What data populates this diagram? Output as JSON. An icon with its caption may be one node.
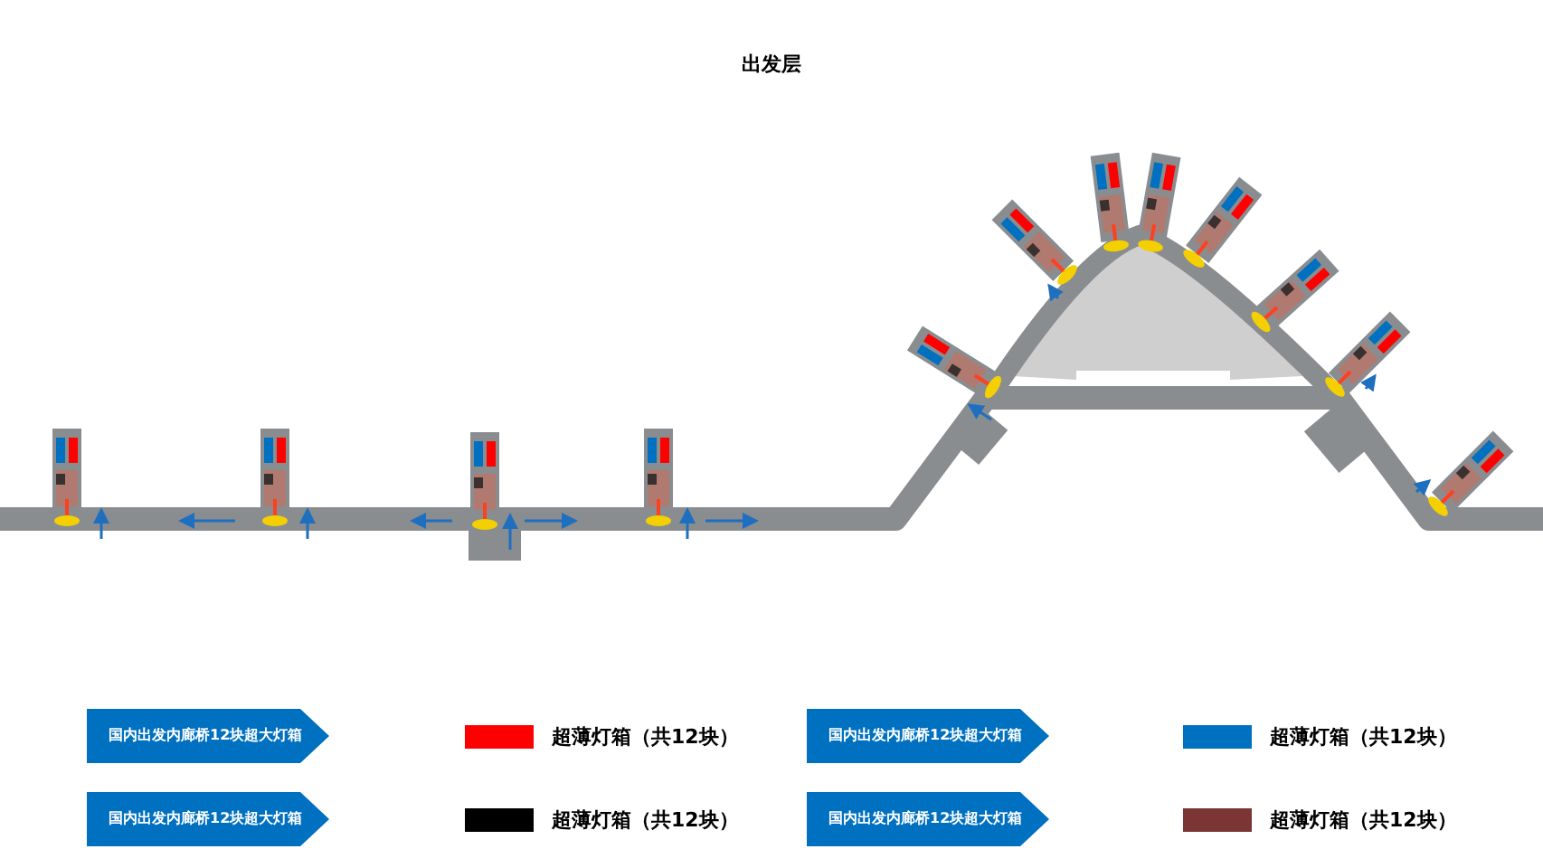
{
  "diagram": {
    "title": "出发层",
    "nodes": [
      {
        "text": [
          "国内出发内廊桥12块超大灯箱"
        ]
      },
      {
        "text": [
          "国内出发内廊桥12块超大灯箱"
        ]
      },
      {
        "text": [
          "国内出发内廊桥12块超大灯箱"
        ]
      },
      {
        "text": [
          "国内出发内廊桥12块超大灯箱"
        ]
      }
    ],
    "legend": [
      {
        "text": "超薄灯箱（共12块）",
        "color": "#ff0000"
      },
      {
        "text": "超薄灯箱（共12块）",
        "color": "#0070c0"
      },
      {
        "text": "超薄灯箱（共12块）",
        "color": "#000000"
      },
      {
        "text": "超薄灯箱（共12块）",
        "color": "#7b3535"
      }
    ]
  }
}
